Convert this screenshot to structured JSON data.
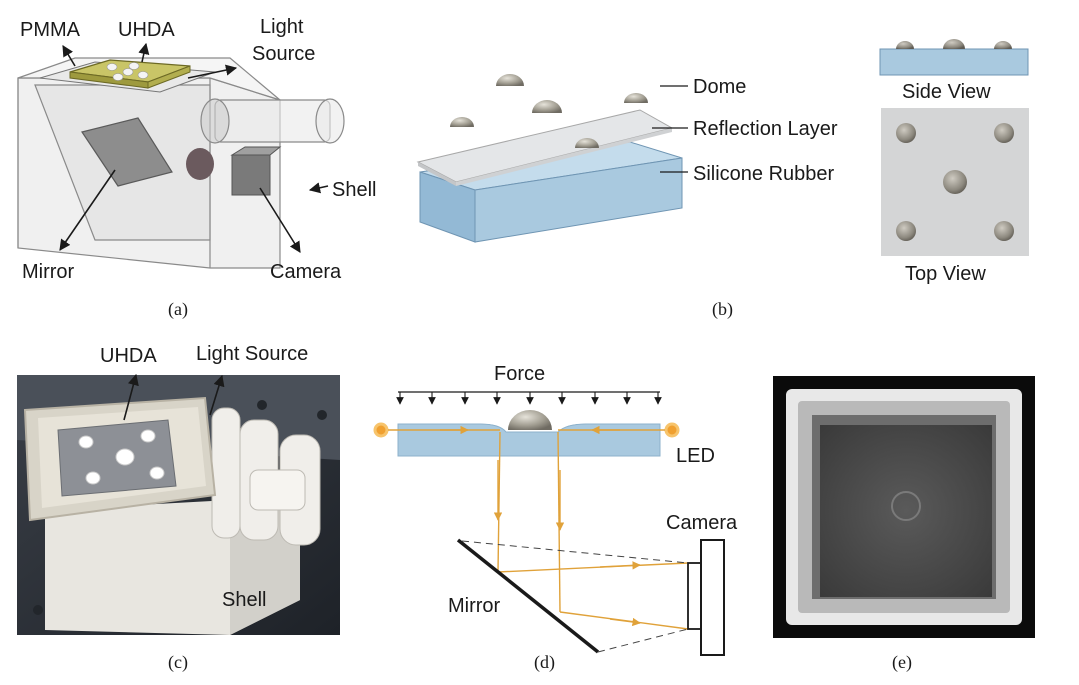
{
  "panel_a": {
    "labels": {
      "pmma": "PMMA",
      "uhda": "UHDA",
      "light_source_line1": "Light",
      "light_source_line2": "Source",
      "shell": "Shell",
      "mirror": "Mirror",
      "camera": "Camera"
    },
    "caption": "(a)"
  },
  "panel_b": {
    "labels": {
      "dome": "Dome",
      "reflection_layer": "Reflection Layer",
      "silicone_rubber": "Silicone Rubber",
      "side_view": "Side View",
      "top_view": "Top View"
    },
    "caption": "(b)"
  },
  "panel_c": {
    "labels": {
      "uhda": "UHDA",
      "light_source": "Light Source",
      "shell": "Shell"
    },
    "caption": "(c)"
  },
  "panel_d": {
    "labels": {
      "force": "Force",
      "led": "LED",
      "camera": "Camera",
      "mirror": "Mirror"
    },
    "caption": "(d)"
  },
  "panel_e": {
    "caption": "(e)"
  },
  "colors": {
    "silicone": "#a9c9df",
    "light_ray": "#e0a23a",
    "dome": "#a39f93",
    "shell": "#d9d9d9"
  }
}
